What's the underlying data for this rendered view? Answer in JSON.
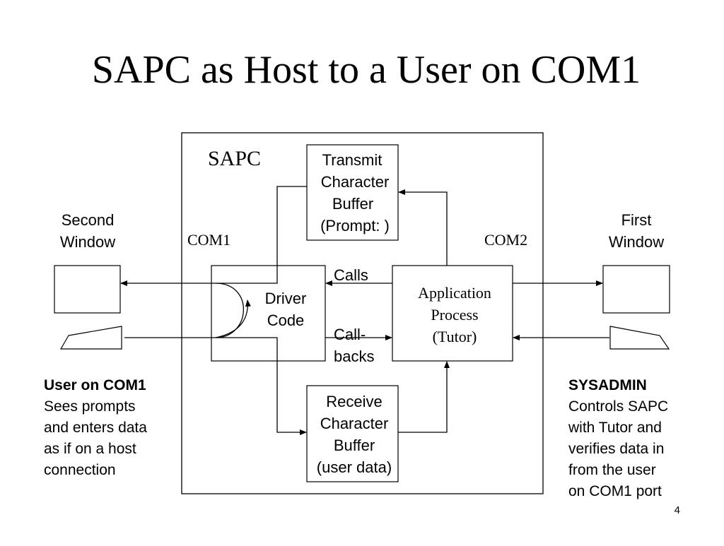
{
  "title": "SAPC as Host to a User on COM1",
  "page_number": "4",
  "diagram": {
    "sapc_label": "SAPC",
    "com1_label": "COM1",
    "com2_label": "COM2",
    "transmit_buffer": [
      "Transmit",
      "Character",
      "Buffer",
      "(Prompt: )"
    ],
    "receive_buffer": [
      "Receive",
      "Character",
      "Buffer",
      "(user data)"
    ],
    "driver_code": [
      "Driver",
      "Code"
    ],
    "application_process": [
      "Application",
      "Process",
      "(Tutor)"
    ],
    "calls_label": "Calls",
    "callbacks_label": [
      "Call-",
      "backs"
    ],
    "second_window": [
      "Second",
      "Window"
    ],
    "first_window": [
      "First",
      "Window"
    ]
  },
  "left_note": {
    "heading": "User on COM1",
    "lines": [
      "Sees prompts",
      "and enters data",
      "as if on a host",
      "connection"
    ]
  },
  "right_note": {
    "heading": "SYSADMIN",
    "lines": [
      "Controls SAPC",
      "with Tutor and",
      "verifies data in",
      "from the user",
      "on COM1 port"
    ]
  }
}
